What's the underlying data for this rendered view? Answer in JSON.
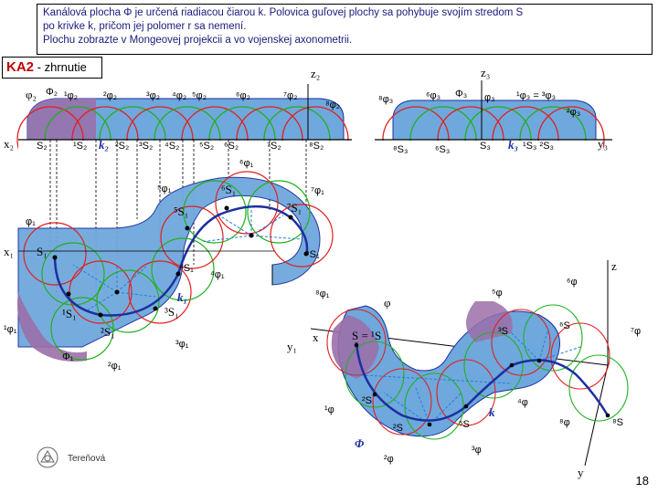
{
  "header": {
    "line1": "Kanálová plocha Φ  je určená riadiacou čiarou k. Polovica guľovej plochy sa pohybuje svojím stredom S",
    "line2": "po krivke k, pričom jej polomer r sa nemení.",
    "line3": "Plochu zobrazte v Mongeovej projekcii a vo vojenskej axonometrii."
  },
  "title": {
    "code": "KA2",
    "rest": " - zhrnutie"
  },
  "axes": {
    "z2": "z₂",
    "x2": "x₂",
    "z3": "z₃",
    "y3": "y₃",
    "x1": "x₁",
    "y1": "y₁",
    "x": "x",
    "y": "y",
    "z": "z"
  },
  "front_labels": {
    "phi2": "φ₂",
    "Phi2": "Φ₂",
    "phi2_1": "¹φ₂",
    "phi2_2": "²φ₂",
    "phi2_3": "³φ₂",
    "phi2_4": "⁴φ₂",
    "phi2_5": "⁵φ₂",
    "phi2_6": "⁶φ₂",
    "phi2_7": "⁷φ₂",
    "phi2_8": "⁸φ₂",
    "S2": "S₂",
    "S2_1": "¹S₂",
    "k2": "k₂",
    "S2_2": "²S₂",
    "S2_3": "³S₂",
    "S2_4": "⁴S₂",
    "S2_5": "⁵S₂",
    "S2_6": "⁶S₂",
    "S2_7": "⁷S₂",
    "S2_8": "⁸S₂"
  },
  "side_labels": {
    "phi3_8": "⁸φ₃",
    "phi3_6": "⁶φ₃",
    "Phi3": "Φ₃",
    "phi3": "φ₃",
    "phi3_13": "¹φ₃ = ³φ₃",
    "phi3_2": "²φ₃",
    "S3_8": "⁸S₃",
    "S3_6": "⁶S₃",
    "S3": "S₃",
    "k3": "k₃",
    "S3_12": "¹S₃ ²S₃"
  },
  "top_labels": {
    "phi1_5": "⁵φ₁",
    "phi1_6": "⁶φ₁",
    "S1_6": "⁶S₁",
    "phi1_7": "⁷φ₁",
    "S1_5": "⁵S₁",
    "S1_7": "⁷S₁",
    "phi1": "φ₁",
    "S1": "S₁",
    "S1_8": "⁸S₁",
    "S1_4": "⁴S₁",
    "phi1_4": "⁴φ₁",
    "k1": "k₁",
    "phi1_8": "⁸φ₁",
    "S1_1": "¹S₁",
    "S1_3": "³S₁",
    "phi1_1": "¹φ₁",
    "S1_2": "²S₁",
    "phi1_3": "³φ₁",
    "Phi1": "Φ₁",
    "phi1_2": "²φ₁"
  },
  "axo_labels": {
    "phi": "φ",
    "phi_5": "⁵φ",
    "phi_6": "⁶φ",
    "phi_7": "⁷φ",
    "S_eq": "S = ¹S",
    "S_3": "³S",
    "S_5": "⁵S",
    "S_6": "⁶S",
    "S_8": "⁸S",
    "S_2": "²S",
    "phi_1": "¹φ",
    "k": "k",
    "phi_4": "⁴φ",
    "phi_8": "⁸φ",
    "Phi": "Φ",
    "phi_2": "²φ",
    "phi_3": "³φ"
  },
  "footer": {
    "author": "Tereňová",
    "page": "18"
  },
  "colors": {
    "surface_blue": "#6fa8dc",
    "surface_purple": "#9b6fa8",
    "curve_k": "#1c2fa0",
    "circle_red": "#e02020",
    "circle_green": "#20b020",
    "dashed_blue": "#2080e0"
  }
}
